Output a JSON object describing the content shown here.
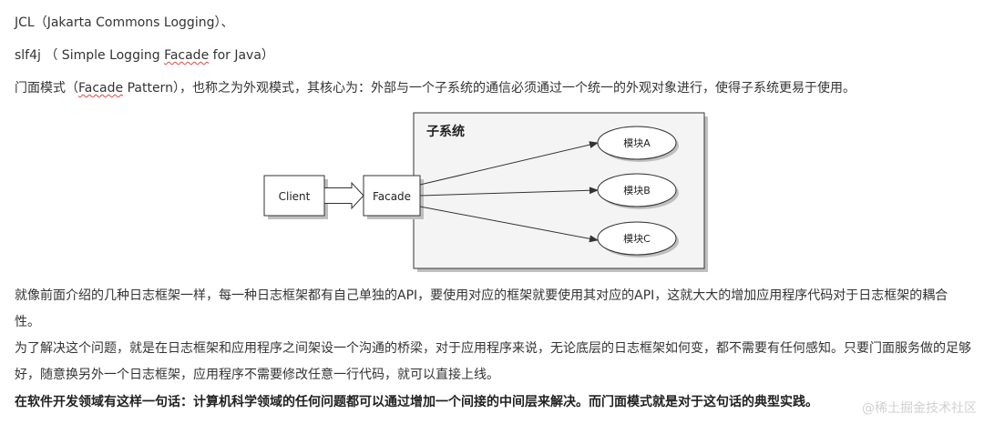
{
  "lines": {
    "jcl": {
      "pre": "JCL（Jakarta Commons Logging）、"
    },
    "slf4j": {
      "pre": "slf4j （ Simple Logging ",
      "squiggle": "Facade",
      "post": " for Java）"
    },
    "facade_pattern": {
      "pre": "门面模式（",
      "squiggle": "Facade",
      "post": " Pattern），也称之为外观模式，其核心为：外部与一个子系统的通信必须通过一个统一的外观对象进行，使得子系统更易于使用。"
    }
  },
  "diagram": {
    "subsystem_title": "子系统",
    "client_label": "Client",
    "facade_label": "Facade",
    "modules": [
      "模块A",
      "模块B",
      "模块C"
    ],
    "colors": {
      "stroke": "#333333",
      "box_fill": "#ffffff",
      "shadow": "#bfbfbf",
      "subsystem_fill": "#f4f4f4"
    }
  },
  "paragraphs": {
    "p1": "就像前面介绍的几种日志框架一样，每一种日志框架都有自己单独的API，要使用对应的框架就要使用其对应的API，这就大大的增加应用程序代码对于日志框架的耦合性。",
    "p2": "为了解决这个问题，就是在日志框架和应用程序之间架设一个沟通的桥梁，对于应用程序来说，无论底层的日志框架如何变，都不需要有任何感知。只要门面服务做的足够好，随意换另外一个日志框架，应用程序不需要修改任意一行代码，就可以直接上线。",
    "p3": "在软件开发领域有这样一句话：计算机科学领域的任何问题都可以通过增加一个间接的中间层来解决。而门面模式就是对于这句话的典型实践。"
  },
  "watermark": "@稀土掘金技术社区"
}
